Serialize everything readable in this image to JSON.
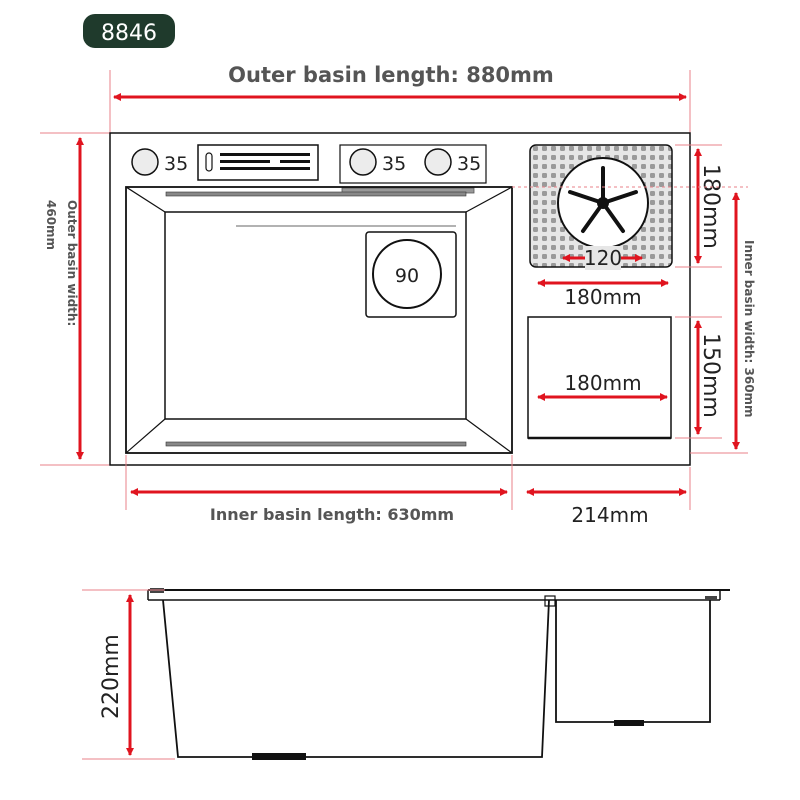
{
  "model_badge": "8846",
  "labels": {
    "outer_length": "Outer basin length: 880mm",
    "outer_width_line1": "Outer basin width:",
    "outer_width_line2": "460mm",
    "inner_length": "Inner basin length: 630mm",
    "inner_width": "Inner basin width: 360mm",
    "side_width": "214mm",
    "rinser_height": "180mm",
    "rinser_width": "180mm",
    "rinser_diameter": "120",
    "tray_height": "150mm",
    "tray_width": "180mm",
    "depth": "220mm"
  },
  "holes": [
    "35",
    "35",
    "35"
  ],
  "drain": "90",
  "colors": {
    "dimension_arrow": "#e0141f",
    "badge_background": "#1f3a2c",
    "outline": "#111111"
  }
}
